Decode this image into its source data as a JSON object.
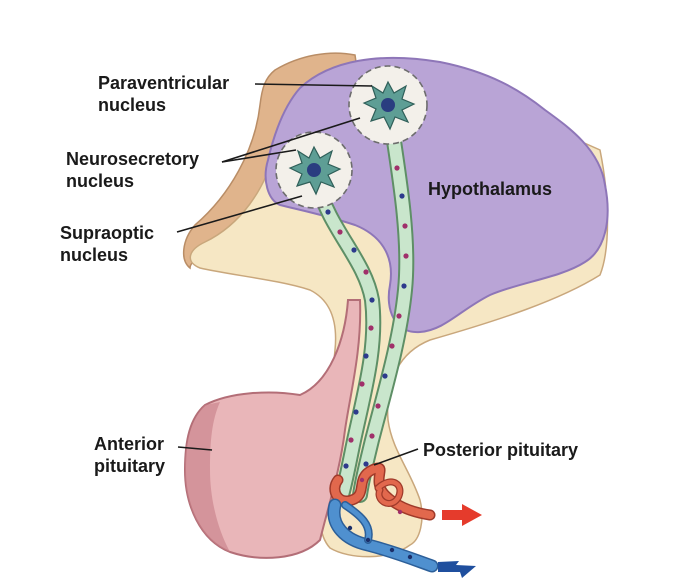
{
  "labels": {
    "paraventricular": [
      "Paraventricular",
      "nucleus"
    ],
    "neurosecretory": [
      "Neurosecretory",
      "nucleus"
    ],
    "supraoptic": [
      "Supraoptic",
      "nucleus"
    ],
    "hypothalamus": "Hypothalamus",
    "anterior": [
      "Anterior",
      "pituitary"
    ],
    "posterior": "Posterior pituitary"
  },
  "colors": {
    "hypothalamus": "#b9a4d6",
    "hypothalamus_dark": "#8e76b8",
    "tissue": "#f6e7c4",
    "tissue_edge": "#c9a77c",
    "outer_band": "#e0b48c",
    "anterior": "#e9b6b9",
    "anterior_dark": "#c9828a",
    "axon": "#c9e6cc",
    "axon_edge": "#5e8f66",
    "neuron": "#5e9e95",
    "artery": "#e2684d",
    "vein": "#4f90cf",
    "arrow_red": "#e53b2c",
    "arrow_blue": "#1f4f9e"
  },
  "icons": [
    "red-arrow-icon",
    "blue-arrow-icon"
  ]
}
